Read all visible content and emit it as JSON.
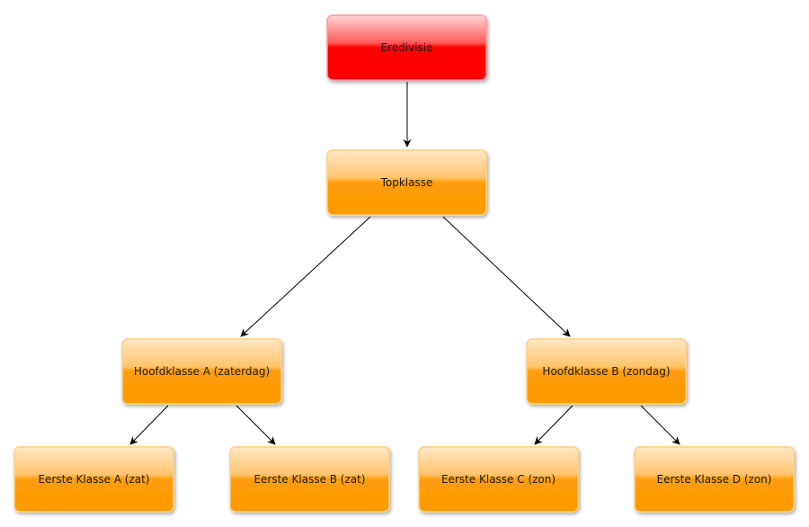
{
  "colors": {
    "root_fill": "#ff0000",
    "node_fill": "#ff9900",
    "edge": "#000000"
  },
  "nodes": {
    "eredivisie": "Eredivisie",
    "topklasse": "Topklasse",
    "hoofdklasse_a": "Hoofdklasse A (zaterdag)",
    "hoofdklasse_b": "Hoofdklasse B (zondag)",
    "eerste_a": "Eerste Klasse A (zat)",
    "eerste_b": "Eerste Klasse B (zat)",
    "eerste_c": "Eerste Klasse C (zon)",
    "eerste_d": "Eerste Klasse D (zon)"
  }
}
